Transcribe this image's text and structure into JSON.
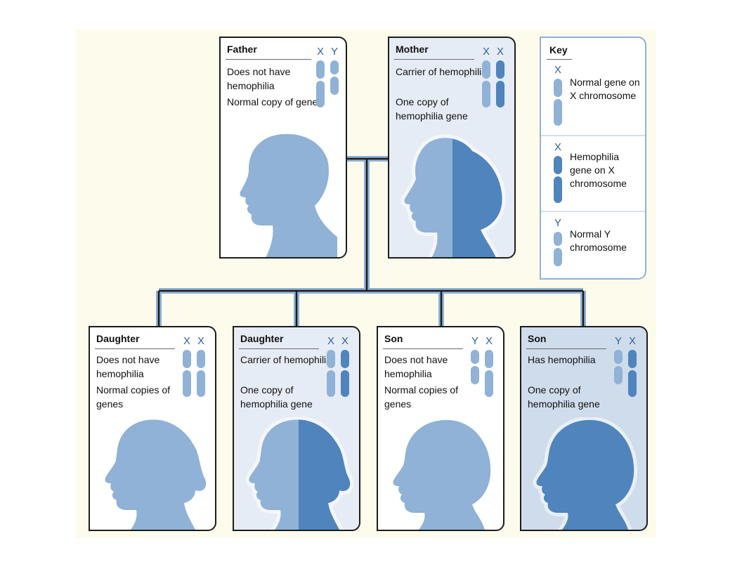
{
  "colors": {
    "normal": "#8fb2d6",
    "hemophilia": "#4f84bd",
    "label": "#2e62a0",
    "border": "#1c1c1c"
  },
  "parents": [
    {
      "role": "Father",
      "chromosomes": [
        "X",
        "Y"
      ],
      "line1": "Does not have hemophilia",
      "line2": "Normal copy of gene"
    },
    {
      "role": "Mother",
      "chromosomes": [
        "X",
        "X"
      ],
      "line1": "Carrier of hemophilia",
      "line2": "One copy of hemophilia gene"
    }
  ],
  "children": [
    {
      "role": "Daughter",
      "chromosomes": [
        "X",
        "X"
      ],
      "line1": "Does not have hemophilia",
      "line2": "Normal copies of genes"
    },
    {
      "role": "Daughter",
      "chromosomes": [
        "X",
        "X"
      ],
      "line1": "Carrier of hemophilia",
      "line2": "One copy of hemophilia gene"
    },
    {
      "role": "Son",
      "chromosomes": [
        "Y",
        "X"
      ],
      "line1": "Does not have hemophilia",
      "line2": "Normal copies of genes"
    },
    {
      "role": "Son",
      "chromosomes": [
        "Y",
        "X"
      ],
      "line1": "Has hemophilia",
      "line2": "One copy of hemophilia gene"
    }
  ],
  "key": {
    "title": "Key",
    "entries": [
      {
        "letter": "X",
        "text": "Normal gene on X chromosome"
      },
      {
        "letter": "X",
        "text": "Hemophilia gene on X chromosome"
      },
      {
        "letter": "Y",
        "text": "Normal Y chromosome"
      }
    ]
  }
}
